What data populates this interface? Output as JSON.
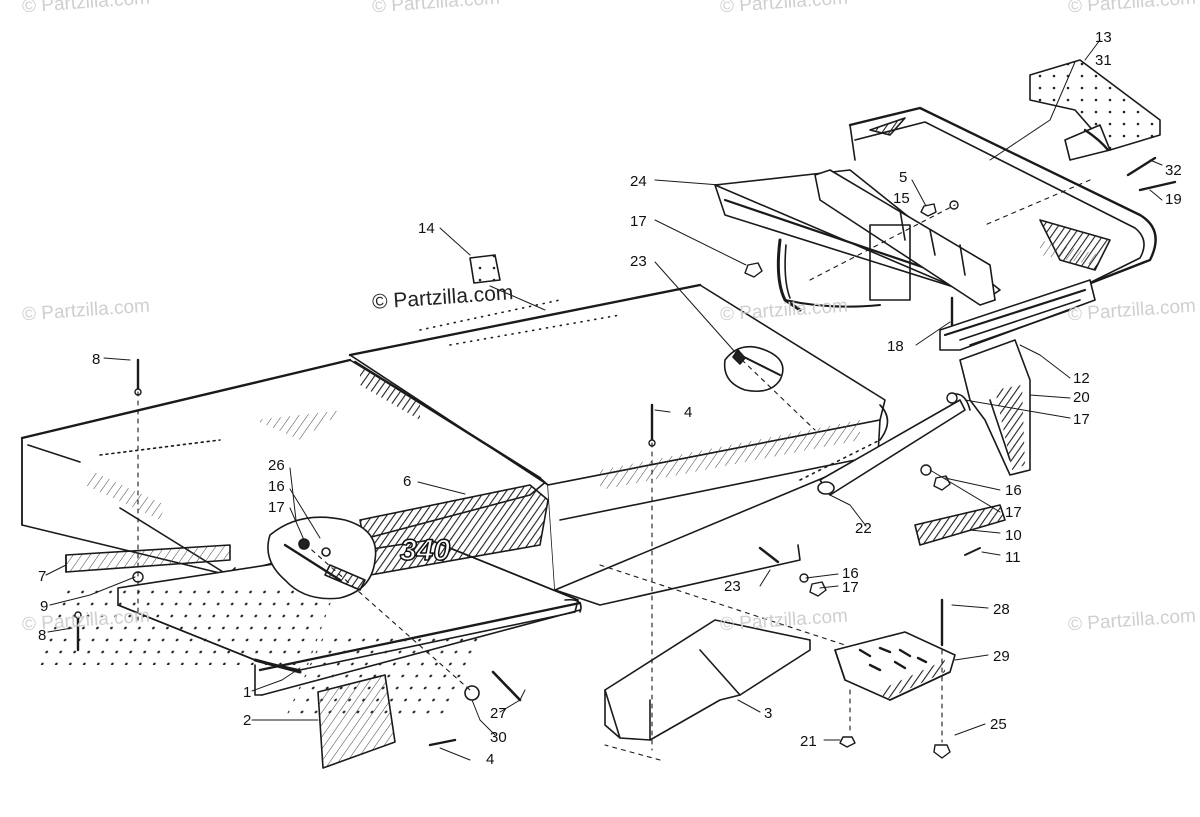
{
  "watermarks": {
    "main": "© Partzilla.com",
    "faint": [
      "© Partzilla.com",
      "© Partzilla.com",
      "© Partzilla.com",
      "© Partzilla.com",
      "© Partzilla.com",
      "© Partzilla.com",
      "© Partzilla.com",
      "© Partzilla.com",
      "© Partzilla.com",
      "© Partzilla.com"
    ]
  },
  "deck_emblem": "340",
  "callouts": [
    "13",
    "31",
    "32",
    "19",
    "24",
    "5",
    "15",
    "17",
    "14",
    "23",
    "18",
    "12",
    "20",
    "17",
    "8",
    "4",
    "26",
    "16",
    "17",
    "6",
    "16",
    "17",
    "22",
    "10",
    "11",
    "7",
    "9",
    "23",
    "16",
    "17",
    "28",
    "29",
    "8",
    "1",
    "27",
    "3",
    "2",
    "30",
    "21",
    "25",
    "4"
  ],
  "colors": {
    "line": "#1a1a1a",
    "background": "#ffffff",
    "watermark": "#cfcfcf"
  }
}
